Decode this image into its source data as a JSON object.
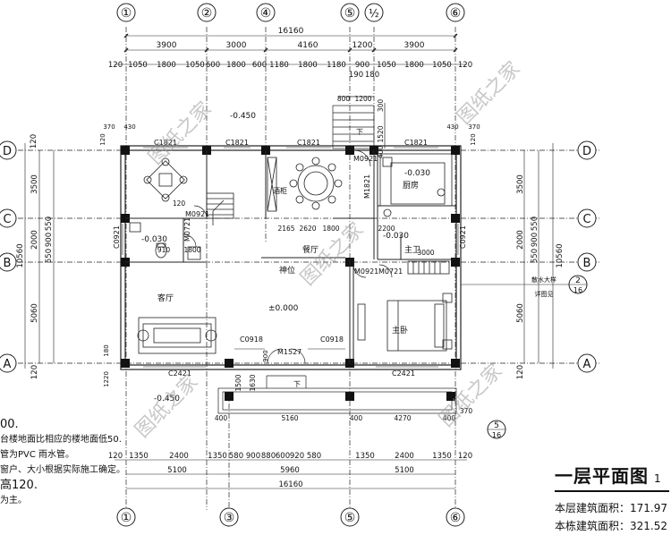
{
  "drawing": {
    "title": "一层平面图",
    "scale": "1",
    "floor_area": "本层建筑面积：171.97",
    "total_area": "本栋建筑面积：321.52",
    "section_callout_num": "2",
    "section_callout_den": "16",
    "section_callout2_num": "5",
    "section_callout2_den": "16",
    "detail_label_1": "散水大样",
    "detail_label_2": "详图见"
  },
  "axes": {
    "top": [
      "①",
      "②",
      "④",
      "⑤",
      "½",
      "⑥"
    ],
    "bottom": [
      "①",
      "③",
      "⑤",
      "⑥"
    ],
    "left": [
      "D",
      "C",
      "B",
      "A"
    ],
    "right": [
      "D",
      "C",
      "B",
      "A"
    ]
  },
  "dimensions": {
    "top_total": "16160",
    "top_row1": [
      "3900",
      "3000",
      "4160",
      "1200",
      "3900"
    ],
    "top_row2": [
      "120",
      "1050",
      "1800",
      "1050",
      "600",
      "1800",
      "600",
      "1180",
      "1800",
      "1180",
      "900",
      "1050",
      "1800",
      "1050",
      "120"
    ],
    "top_row2_sub": [
      "190",
      "180"
    ],
    "stair_dims": [
      "800",
      "1200",
      "300",
      "1520",
      "400"
    ],
    "bottom_row1": [
      "120",
      "1350",
      "2400",
      "1350",
      "580",
      "900",
      "880",
      "600",
      "920",
      "580",
      "1350",
      "2400",
      "1350",
      "120"
    ],
    "bottom_row2": [
      "5100",
      "5960",
      "5100"
    ],
    "bottom_total": "16160",
    "left_outer": [
      "120",
      "3500",
      "2000",
      "550",
      "900",
      "550",
      "5060",
      "120"
    ],
    "left_total": "10560",
    "right_outer": [
      "3500",
      "2000",
      "550",
      "900",
      "550",
      "5060",
      "120"
    ],
    "right_total": "10560",
    "porch": [
      "400",
      "5160",
      "400",
      "4270",
      "370",
      "400"
    ],
    "interior": [
      "2165",
      "2620",
      "1800",
      "2200",
      "910",
      "1800",
      "3000",
      "120",
      "1500",
      "1630"
    ],
    "misc_small": [
      "370",
      "430",
      "370",
      "430",
      "120",
      "120",
      "180",
      "900",
      "1220"
    ]
  },
  "rooms": {
    "living": "客厅",
    "dining": "餐厅",
    "kitchen": "厨房",
    "master": "主卧",
    "master_bath": "主卫",
    "altar": "神位",
    "wine": "酒柜",
    "elev_main": "±0.000",
    "elev_neg450_top": "-0.450",
    "elev_neg030_k": "-0.030",
    "elev_neg030_b": "-0.030",
    "elev_neg030_mb": "-0.030",
    "elev_neg450_bot": "-0.450",
    "down_label": "下",
    "down_label2": "下"
  },
  "openings": {
    "c1821_a": "C1821",
    "c1821_b": "C1821",
    "c1821_c": "C1821",
    "c1821_d": "C1821",
    "m0921_a": "M0921",
    "m1821": "M1821",
    "m0921_b": "M0921",
    "m0721_a": "M0721",
    "m0721_b": "M0721",
    "m0921_c": "M0921",
    "c0921_l": "C0921",
    "c0921_r": "C0921",
    "c0918_a": "C0918",
    "c0918_b": "C0918",
    "m1527": "M1527",
    "c2421_a": "C2421",
    "c2421_b": "C2421"
  },
  "notes": {
    "n0": "00.",
    "n1": "台楼地面比相应的楼地面低50.",
    "n2": "管为PVC 雨水管。",
    "n3": "窗户、大小根据实际施工确定。",
    "n4": "高120.",
    "n5": "为主。"
  },
  "watermark": "图纸之家"
}
